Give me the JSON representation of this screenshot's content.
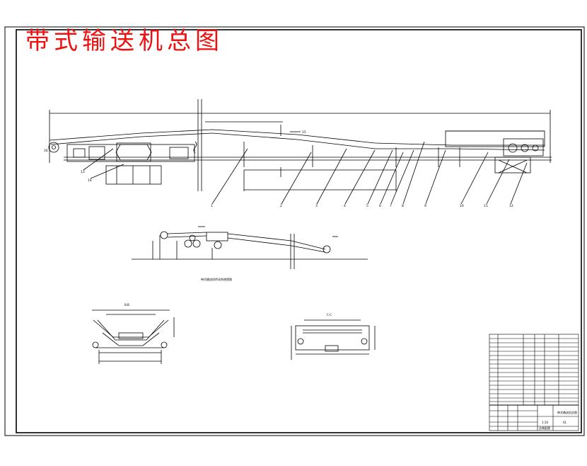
{
  "drawing": {
    "title": "带式输送机总图",
    "section_left_label": "B-B",
    "section_right_label": "C-C",
    "schematic_caption": "带式输送机传动系统简图",
    "title_block": {
      "drawing_name": "带式输送机总图",
      "scale": "1:10",
      "sheet": "总装配图",
      "mark": "01"
    },
    "balloons": [
      "1",
      "2",
      "3",
      "4",
      "5",
      "6",
      "7",
      "8",
      "9",
      "10",
      "11",
      "12",
      "13",
      "14",
      "15",
      "16"
    ],
    "colors": {
      "title": "#ee1111",
      "lines": "#000000",
      "background": "#ffffff"
    }
  }
}
